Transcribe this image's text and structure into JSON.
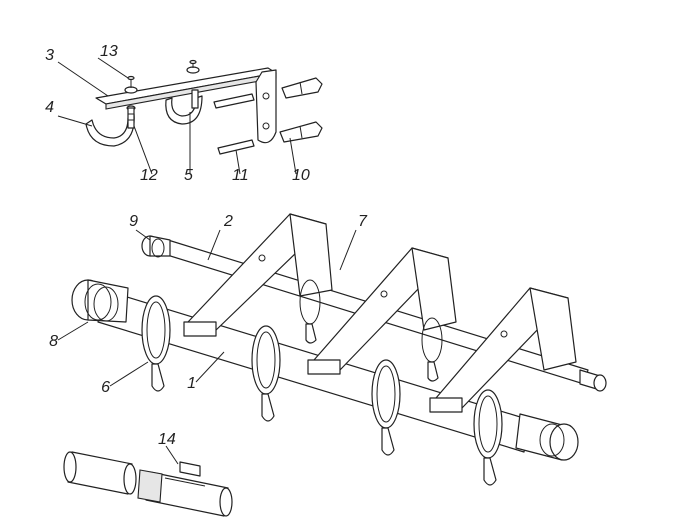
{
  "labels": {
    "l1": "1",
    "l2": "2",
    "l3": "3",
    "l4": "4",
    "l5": "5",
    "l6": "6",
    "l7": "7",
    "l8": "8",
    "l9": "9",
    "l10": "10",
    "l11": "11",
    "l12": "12",
    "l13": "13",
    "l14": "14"
  },
  "colors": {
    "line": "#222222",
    "fill": "#ffffff",
    "shade": "#e6e6e6"
  }
}
